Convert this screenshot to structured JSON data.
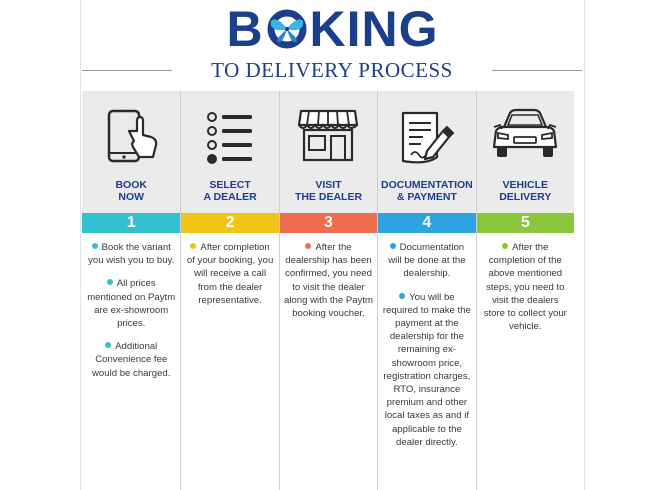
{
  "title": {
    "before": "B",
    "after": "KING"
  },
  "subtitle": "TO DELIVERY PROCESS",
  "steps": [
    {
      "label_l1": "BOOK",
      "label_l2": "NOW",
      "number": "1",
      "color": "#35c0cf",
      "icon": "tablet-tap-icon",
      "paragraphs": [
        "Book the variant you wish you to buy.",
        "All prices mentioned on Paytm are ex-showroom prices.",
        "Additional Convenience fee would be charged."
      ]
    },
    {
      "label_l1": "SELECT",
      "label_l2": "A DEALER",
      "number": "2",
      "color": "#f2c418",
      "icon": "checklist-icon",
      "paragraphs": [
        "After completion of your booking, you will receive a call from the dealer representative."
      ]
    },
    {
      "label_l1": "VISIT",
      "label_l2": "THE DEALER",
      "number": "3",
      "color": "#ee6d4e",
      "icon": "storefront-icon",
      "paragraphs": [
        "After the dealership has been confirmed, you need to visit the dealer along with the Paytm booking voucher."
      ]
    },
    {
      "label_l1": "DOCUMENTATION",
      "label_l2": "& PAYMENT",
      "number": "4",
      "color": "#2da3e0",
      "icon": "document-signing-icon",
      "paragraphs": [
        "Documentation will be done at the dealership.",
        "You will be required to make the payment at the dealership for the remaining ex-showroom price, registration charges, RTO, insurance premium and other local taxes as and if applicable to the dealer directly."
      ]
    },
    {
      "label_l1": "VEHICLE",
      "label_l2": "DELIVERY",
      "number": "5",
      "color": "#8cc63e",
      "icon": "car-icon",
      "paragraphs": [
        "After the completion of the above mentioned steps, you need to visit the dealers store to collect your vehicle."
      ]
    }
  ]
}
